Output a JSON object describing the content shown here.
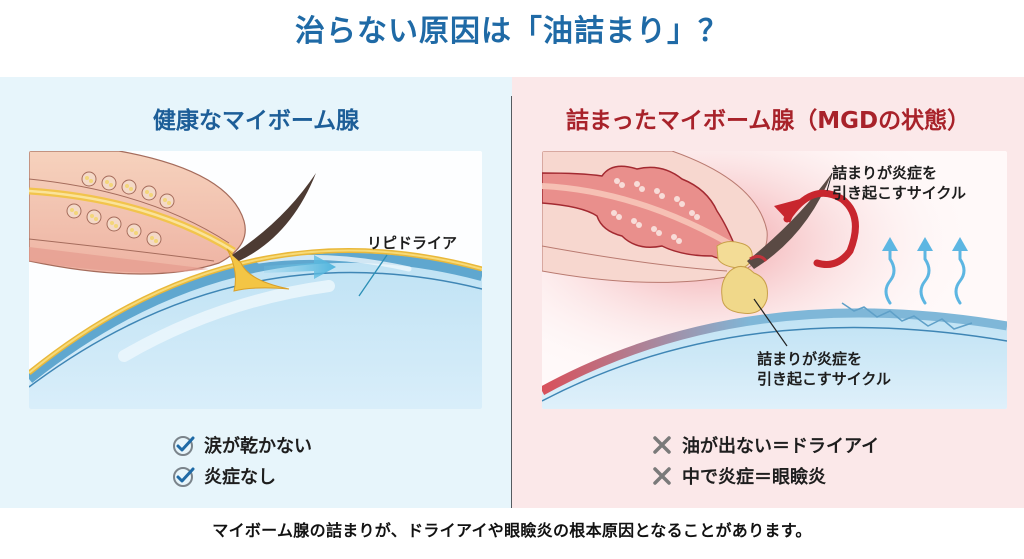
{
  "title": "治らない原因は「油詰まり」？",
  "panels": {
    "healthy": {
      "heading": "健康なマイボーム腺",
      "background": "#e7f5fb",
      "heading_color": "#1d5e98",
      "figure_labels": {
        "lipid_layer": "リピドライア"
      },
      "results": [
        {
          "icon": "check-circle-icon",
          "text": "涙が乾かない"
        },
        {
          "icon": "check-circle-icon",
          "text": "炎症なし"
        }
      ]
    },
    "clogged": {
      "heading": "詰まったマイボーム腺（MGDの状態）",
      "background": "#fbe8e9",
      "heading_color": "#a8222a",
      "figure_labels": {
        "cycle_top_line1": "詰まりが炎症を",
        "cycle_top_line2": "引き起こすサイクル",
        "cycle_bottom_line1": "詰まりが炎症を",
        "cycle_bottom_line2": "引き起こすサイクル"
      },
      "results": [
        {
          "icon": "cross-icon",
          "text": "油が出ない＝ドライアイ"
        },
        {
          "icon": "cross-icon",
          "text": "中で炎症＝眼瞼炎"
        }
      ]
    }
  },
  "footer": "マイボーム腺の詰まりが、ドライアイや眼瞼炎の根本原因となることがあります。",
  "colors": {
    "title": "#1f6aa6",
    "check": "#1f6aa6",
    "cross": "#7a7a7a",
    "lipid": "#f0c440",
    "cornea": "#8ccbea",
    "inflammation": "#c8262e"
  }
}
